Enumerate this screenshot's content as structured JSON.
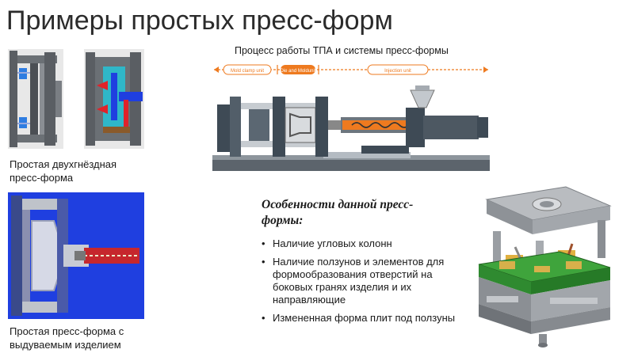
{
  "slide": {
    "title": "Примеры простых пресс-форм"
  },
  "two_plate_mold": {
    "caption": "Простая двухгнёздная пресс-форма"
  },
  "blow_mold": {
    "caption": "Простая пресс-форма с выдуваемым изделием"
  },
  "machine": {
    "title": "Процесс работы ТПА и системы пресс-формы",
    "units": [
      "Mold clamp unit",
      "Die and Moldunit",
      "Injection unit"
    ]
  },
  "features": {
    "heading": "Особенности данной пресс-формы:",
    "items": [
      "Наличие угловых колонн",
      "Наличие ползунов и элементов для формообразования отверстий на боковых гранях изделия и их направляющие",
      "Измененная форма плит под ползуны"
    ]
  },
  "colors": {
    "steel": "#5a5e63",
    "coolant_blue": "#2f7de1",
    "mold_blue": "#1f3fe0",
    "melt_orange": "#ee7a1f",
    "machine_dark": "#3e4a55",
    "plate_green": "#2f8a30"
  }
}
